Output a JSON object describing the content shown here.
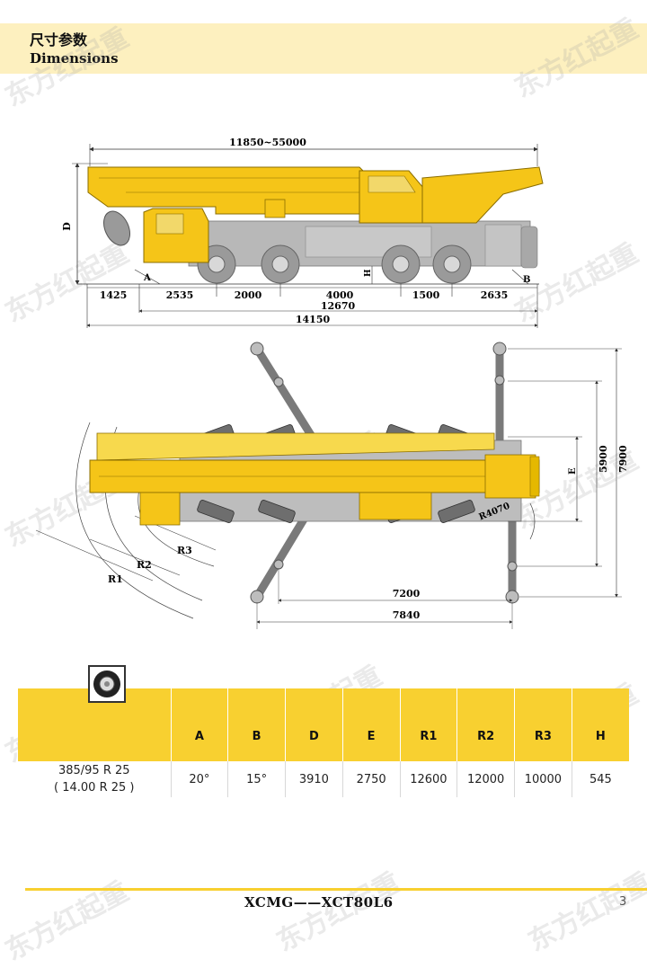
{
  "header": {
    "title_zh": "尺寸参数",
    "title_en": "Dimensions"
  },
  "watermark": {
    "text": "东方红起重"
  },
  "side_view": {
    "total_length": "11850~55000",
    "height_label": "D",
    "angle_front": "A",
    "angle_rear": "B",
    "clearance": "H",
    "segments": [
      "1425",
      "2535",
      "2000",
      "4000",
      "1500",
      "2635"
    ],
    "wheelbase_total": "12670",
    "overall_length": "14150"
  },
  "top_view": {
    "radius_1": "R1",
    "radius_2": "R2",
    "radius_3": "R3",
    "radius_tail": "R4070",
    "width_e": "E",
    "outrigger_span_inner": "5900",
    "outrigger_span_outer": "7900",
    "longitudinal_inner": "7200",
    "longitudinal_outer": "7840"
  },
  "table": {
    "headers": [
      "A",
      "B",
      "D",
      "E",
      "R1",
      "R2",
      "R3",
      "H"
    ],
    "tire_line1": "385/95 R 25",
    "tire_line2": "( 14.00 R 25 )",
    "values": [
      "20°",
      "15°",
      "3910",
      "2750",
      "12600",
      "12000",
      "10000",
      "545"
    ]
  },
  "footer": {
    "title": "XCMG——XCT80L6",
    "page": "3"
  },
  "colors": {
    "accent": "#f8d030",
    "header_bg": "#fdf0bf",
    "crane_yellow": "#f5c518",
    "chassis_grey": "#b8b8b8"
  }
}
